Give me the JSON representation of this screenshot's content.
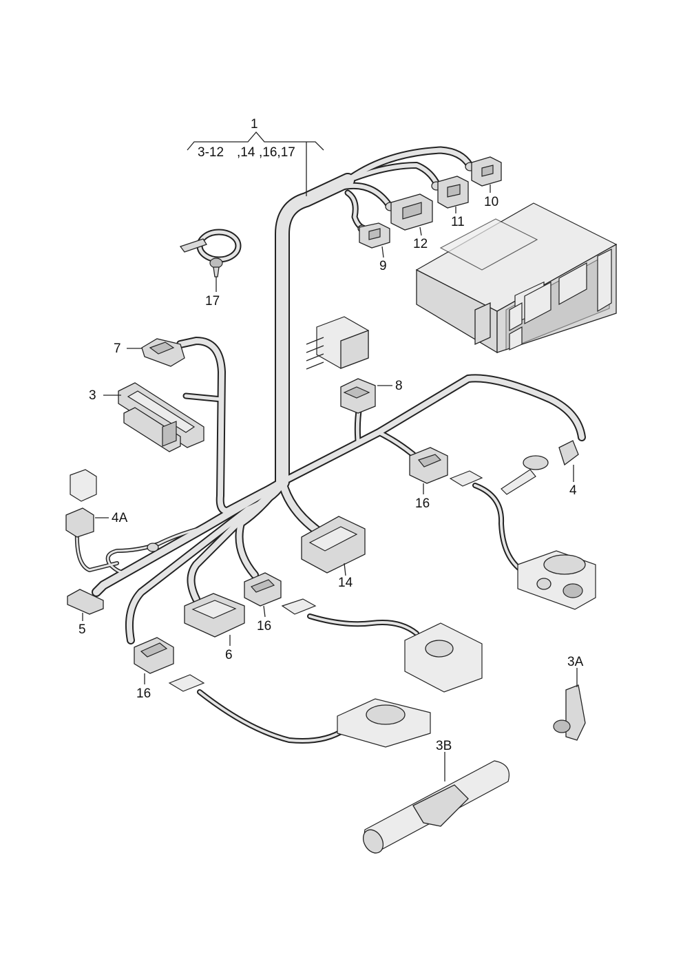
{
  "callouts": {
    "main": "1",
    "main_range_a": "3-12",
    "main_range_b": ",14",
    "main_range_c": ",16,17",
    "p3": "3",
    "p3a": "3A",
    "p3b": "3B",
    "p4": "4",
    "p4a": "4A",
    "p5": "5",
    "p6": "6",
    "p7": "7",
    "p8": "8",
    "p9": "9",
    "p10": "10",
    "p11": "11",
    "p12": "12",
    "p14": "14",
    "p16a": "16",
    "p16b": "16",
    "p16c": "16",
    "p17": "17"
  }
}
